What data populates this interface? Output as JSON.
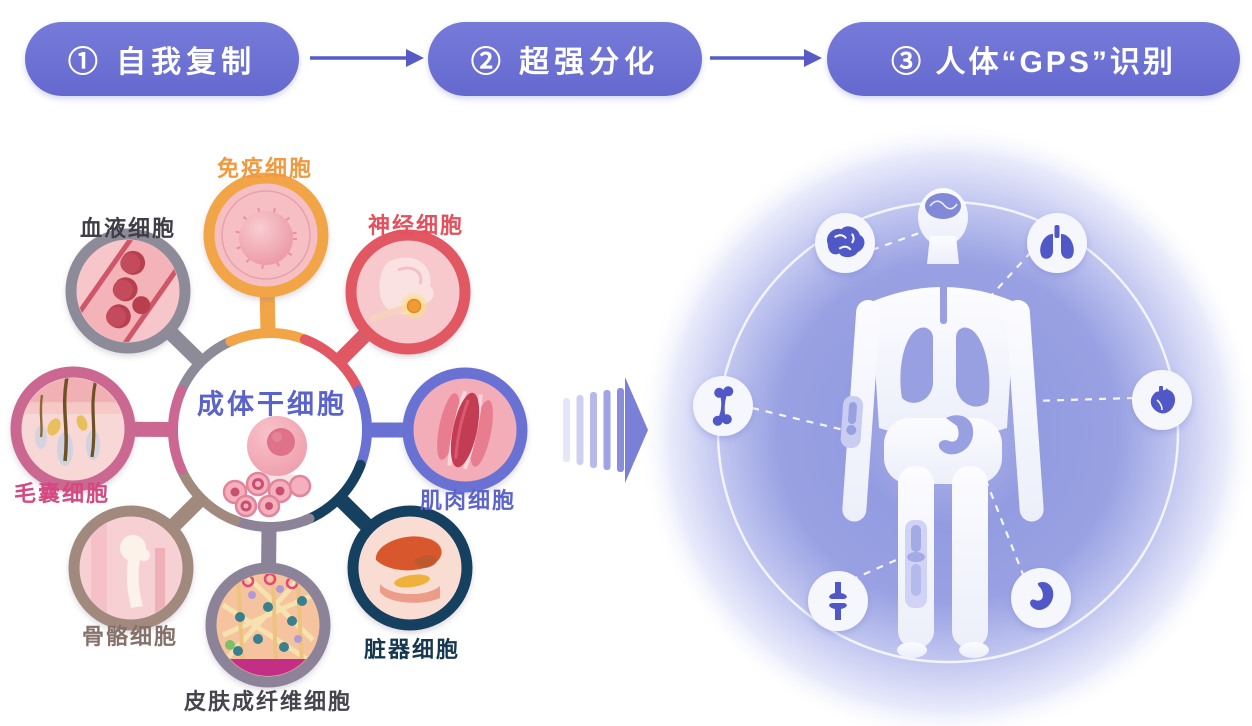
{
  "title_steps": [
    {
      "label": "① 自我复制"
    },
    {
      "label": "② 超强分化"
    },
    {
      "label": "③ 人体“GPS”识别"
    }
  ],
  "diagram": {
    "center_label": "成体干细胞",
    "cells": [
      {
        "name": "blood",
        "label": "血液细胞",
        "ring_color": "#8e8b99",
        "label_color": "#3f3e47"
      },
      {
        "name": "immune",
        "label": "免疫细胞",
        "ring_color": "#f2a546",
        "label_color": "#f0993e"
      },
      {
        "name": "nerve",
        "label": "神经细胞",
        "ring_color": "#e15864",
        "label_color": "#e4505c"
      },
      {
        "name": "muscle",
        "label": "肌肉细胞",
        "ring_color": "#6972d3",
        "label_color": "#5c64cc"
      },
      {
        "name": "organ",
        "label": "脏器细胞",
        "ring_color": "#16405f",
        "label_color": "#14384f"
      },
      {
        "name": "skin",
        "label": "皮肤成纤维细胞",
        "ring_color": "#8d8399",
        "label_color": "#46454e"
      },
      {
        "name": "bone",
        "label": "骨骼细胞",
        "ring_color": "#a18a7d",
        "label_color": "#86716a"
      },
      {
        "name": "hair",
        "label": "毛囊细胞",
        "ring_color": "#cb6791",
        "label_color": "#d44981"
      }
    ]
  },
  "body_panel": {
    "figure": "human-body-silhouette",
    "badges": [
      {
        "icon": "brain-icon"
      },
      {
        "icon": "lungs-icon"
      },
      {
        "icon": "bone-icon"
      },
      {
        "icon": "heart-icon"
      },
      {
        "icon": "knee-joint-icon"
      },
      {
        "icon": "stomach-icon"
      }
    ]
  },
  "colors": {
    "pill_bg": "#6b70d2",
    "step_arrow": "#565bc8",
    "transform_arrow": "#7a7fd8",
    "glow": "#959de1",
    "badge_icon": "#4f59c6",
    "center_text": "#5a62cc"
  }
}
